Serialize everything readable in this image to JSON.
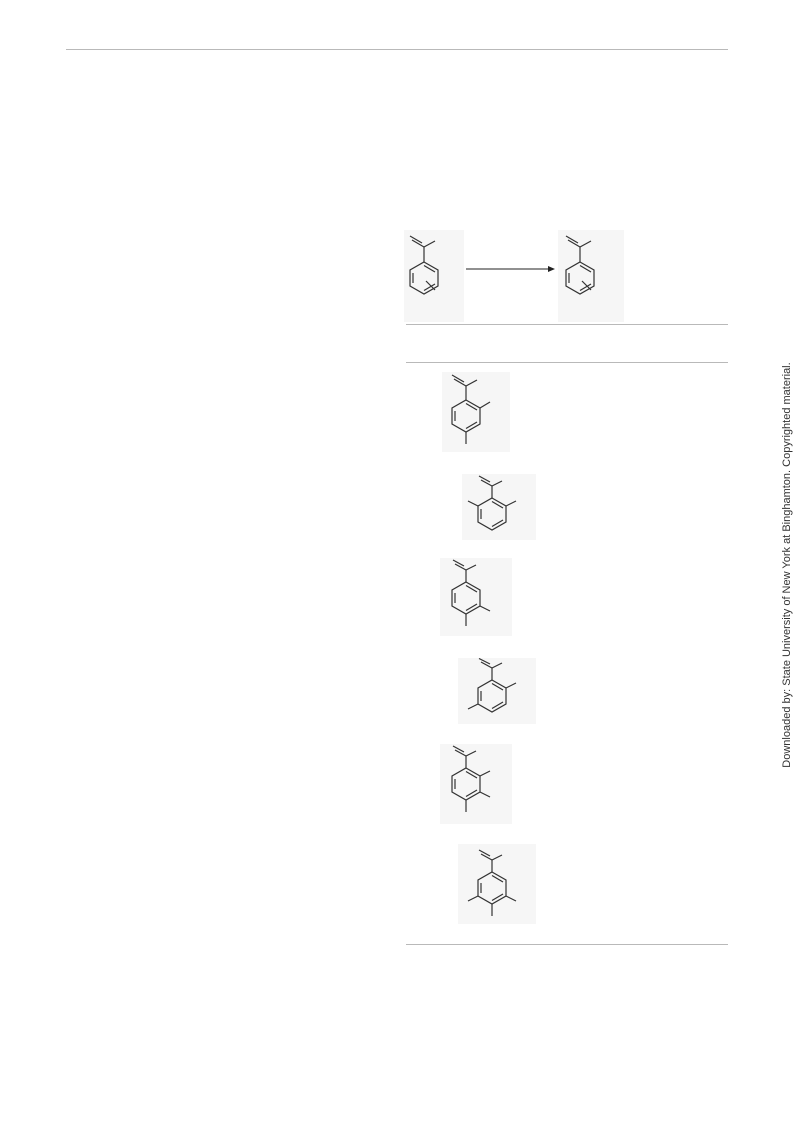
{
  "side_note": "Downloaded by: State University of New York at Binghamton. Copyrighted material.",
  "scheme": {
    "substrate": "isopropenylbenzene with unspecified ring substituent",
    "product": "isopropenylbenzene with unspecified ring substituent"
  },
  "table_rows": [
    {
      "structure": "2,4-dimethyl-isopropenylbenzene"
    },
    {
      "structure": "2,6-dimethyl-isopropenylbenzene"
    },
    {
      "structure": "3,4-dimethyl-isopropenylbenzene"
    },
    {
      "structure": "2,5-dimethyl-isopropenylbenzene"
    },
    {
      "structure": "2,3,4-trimethyl-isopropenylbenzene"
    },
    {
      "structure": "3,4,5-trimethyl-isopropenylbenzene"
    }
  ]
}
